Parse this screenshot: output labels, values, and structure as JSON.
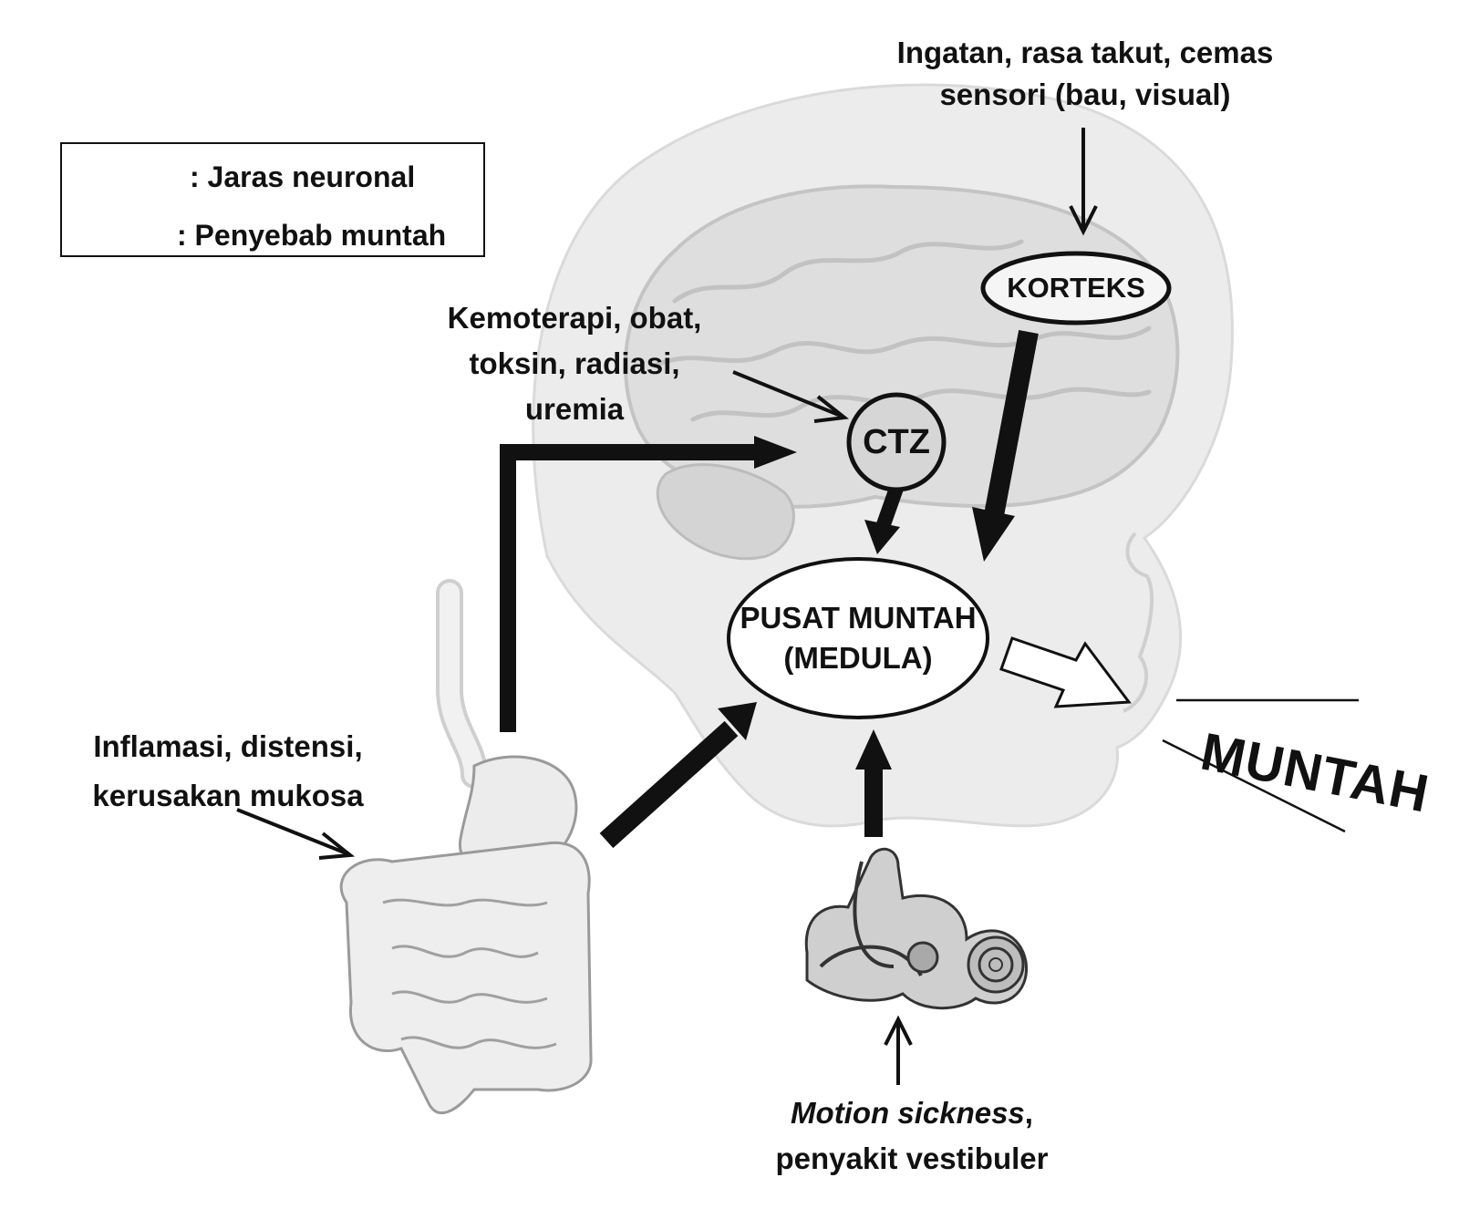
{
  "legend": {
    "neural_pathway": ": Jaras neuronal",
    "vomiting_cause": ": Penyebab muntah"
  },
  "nodes": {
    "cortex": "KORTEKS",
    "ctz": "CTZ",
    "vomiting_center_line1": "PUSAT MUNTAH",
    "vomiting_center_line2": "(MEDULA)"
  },
  "causes": {
    "cortex_line1": "Ingatan, rasa takut, cemas",
    "cortex_line2": "sensori (bau, visual)",
    "ctz_line1": "Kemoterapi, obat,",
    "ctz_line2": "toksin, radiasi,",
    "ctz_line3": "uremia",
    "gut_line1": "Inflamasi, distensi,",
    "gut_line2": "kerusakan mukosa",
    "vestibular_line1": "Motion sickness",
    "vestibular_line1_suffix": ",",
    "vestibular_line2": "penyakit vestibuler"
  },
  "outcome": "MUNTAH",
  "colors": {
    "ink": "#111111",
    "ctz_fill": "#d6d6d6",
    "head_silhouette": "#ebebeb",
    "brain": "#dcdcdc"
  },
  "icons": [
    "head-silhouette",
    "brain",
    "digestive-tract",
    "inner-ear"
  ]
}
